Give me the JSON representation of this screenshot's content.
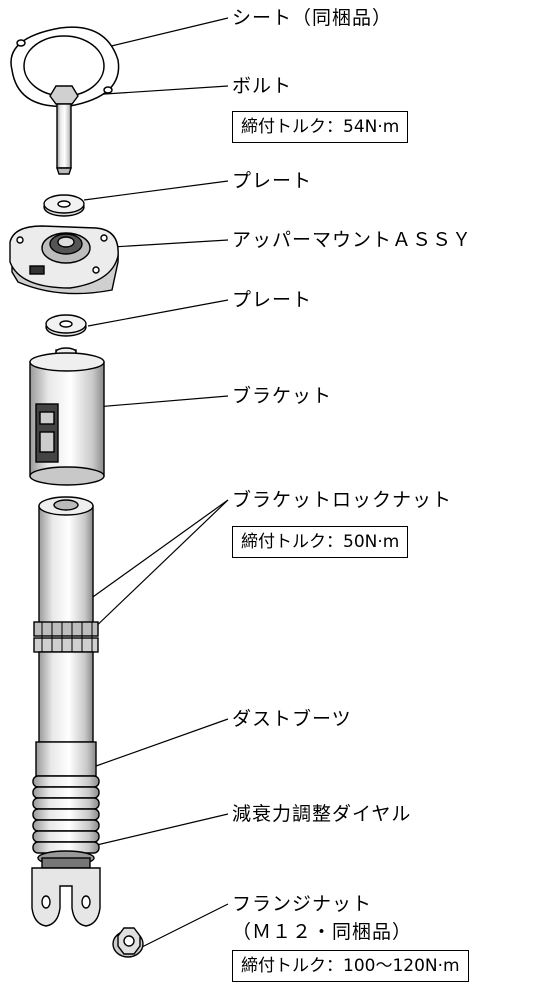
{
  "labels": {
    "seat": "シート（同梱品）",
    "bolt": "ボルト",
    "bolt_torque": "締付トルク：54N·m",
    "plate_upper": "プレート",
    "upper_mount": "アッパーマウントＡＳＳＹ",
    "plate_lower": "プレート",
    "bracket": "ブラケット",
    "bracket_lock_nut": "ブラケットロックナット",
    "bracket_lock_nut_torque": "締付トルク：50N·m",
    "dust_boot": "ダストブーツ",
    "damping_dial": "減衰力調整ダイヤル",
    "flange_nut": "フランジナット",
    "flange_nut_note": "（Ｍ１２・同梱品）",
    "flange_nut_torque": "締付トルク：100〜120N·m"
  }
}
